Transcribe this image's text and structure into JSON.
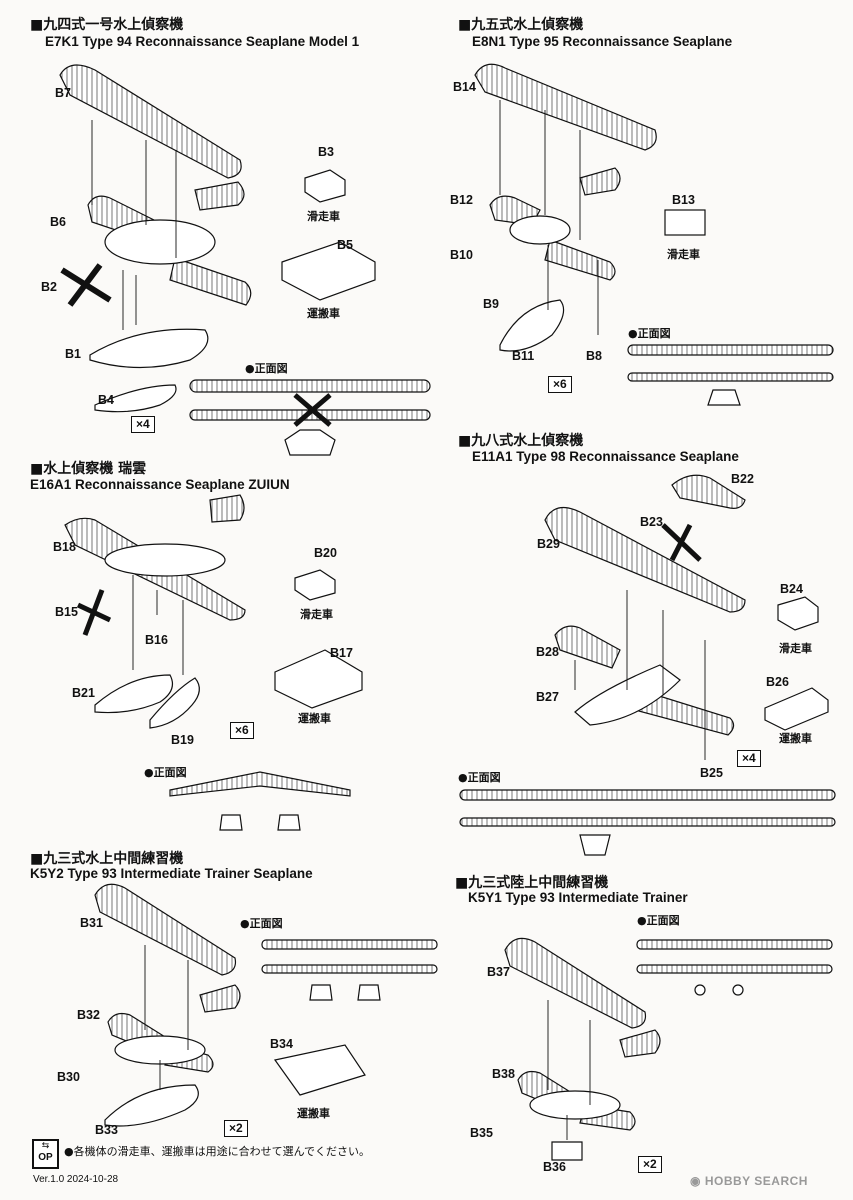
{
  "sections": [
    {
      "id": "e7k1",
      "title_jp": "■九四式一号水上偵察機",
      "title_en": "E7K1 Type 94 Reconnaissance Seaplane Model 1",
      "front_view": "●正面図",
      "multiplier": "×4"
    },
    {
      "id": "e8n1",
      "title_jp": "■九五式水上偵察機",
      "title_en": "E8N1 Type 95 Reconnaissance Seaplane",
      "front_view": "●正面図",
      "multiplier": "×6"
    },
    {
      "id": "e16a1",
      "title_jp": "■水上偵察機 瑞雲",
      "title_en": "E16A1 Reconnaissance Seaplane ZUIUN",
      "front_view": "●正面図",
      "multiplier": "×6"
    },
    {
      "id": "e11a1",
      "title_jp": "■九八式水上偵察機",
      "title_en": "E11A1 Type 98 Reconnaissance Seaplane",
      "front_view": "●正面図",
      "multiplier": "×4"
    },
    {
      "id": "k5y2",
      "title_jp": "■九三式水上中間練習機",
      "title_en": "K5Y2 Type 93 Intermediate Trainer Seaplane",
      "front_view": "●正面図",
      "multiplier": "×2"
    },
    {
      "id": "k5y1",
      "title_jp": "■九三式陸上中間練習機",
      "title_en": "K5Y1 Type 93 Intermediate Trainer",
      "front_view": "●正面図",
      "multiplier": "×2"
    }
  ],
  "part_labels": {
    "B1": "B1",
    "B2": "B2",
    "B3": "B3",
    "B4": "B4",
    "B5": "B5",
    "B6": "B6",
    "B7": "B7",
    "B8": "B8",
    "B9": "B9",
    "B10": "B10",
    "B11": "B11",
    "B12": "B12",
    "B13": "B13",
    "B14": "B14",
    "B15": "B15",
    "B16": "B16",
    "B17": "B17",
    "B18": "B18",
    "B19": "B19",
    "B20": "B20",
    "B21": "B21",
    "B22": "B22",
    "B23": "B23",
    "B24": "B24",
    "B25": "B25",
    "B26": "B26",
    "B27": "B27",
    "B28": "B28",
    "B29": "B29",
    "B30": "B30",
    "B31": "B31",
    "B32": "B32",
    "B33": "B33",
    "B34": "B34",
    "B35": "B35",
    "B36": "B36",
    "B37": "B37",
    "B38": "B38"
  },
  "captions": {
    "dolly": "滑走車",
    "cart": "運搬車"
  },
  "footer": {
    "op_icon": "OP",
    "note": "●各機体の滑走車、運搬車は用途に合わせて選んでください。",
    "version": "Ver.1.0 2024-10-28",
    "watermark": "HOBBY SEARCH"
  }
}
